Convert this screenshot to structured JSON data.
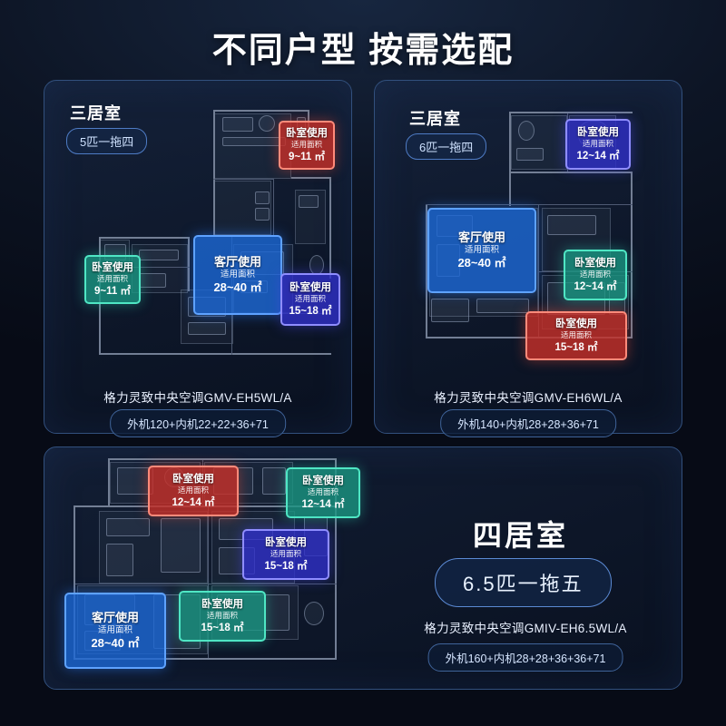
{
  "title": "不同户型 按需选配",
  "panels": [
    {
      "id": "panel-a",
      "heading": "三居室",
      "capacity": "5匹一拖四",
      "model": "格力灵致中央空调GMV-EH5WL/A",
      "spec": "外机120+内机22+22+36+71",
      "rooms": [
        {
          "name": "卧室使用",
          "sub": "适用面积",
          "area": "9~11 ㎡",
          "color": "red"
        },
        {
          "name": "客厅使用",
          "sub": "适用面积",
          "area": "28~40 ㎡",
          "color": "blue"
        },
        {
          "name": "卧室使用",
          "sub": "适用面积",
          "area": "9~11 ㎡",
          "color": "green"
        },
        {
          "name": "卧室使用",
          "sub": "适用面积",
          "area": "15~18 ㎡",
          "color": "purple"
        }
      ]
    },
    {
      "id": "panel-b",
      "heading": "三居室",
      "capacity": "6匹一拖四",
      "model": "格力灵致中央空调GMV-EH6WL/A",
      "spec": "外机140+内机28+28+36+71",
      "rooms": [
        {
          "name": "卧室使用",
          "sub": "适用面积",
          "area": "12~14 ㎡",
          "color": "purple"
        },
        {
          "name": "客厅使用",
          "sub": "适用面积",
          "area": "28~40 ㎡",
          "color": "blue"
        },
        {
          "name": "卧室使用",
          "sub": "适用面积",
          "area": "12~14 ㎡",
          "color": "green"
        },
        {
          "name": "卧室使用",
          "sub": "适用面积",
          "area": "15~18 ㎡",
          "color": "red"
        }
      ]
    },
    {
      "id": "panel-c",
      "heading": "四居室",
      "capacity": "6.5匹一拖五",
      "model": "格力灵致中央空调GMIV-EH6.5WL/A",
      "spec": "外机160+内机28+28+36+36+71",
      "rooms": [
        {
          "name": "卧室使用",
          "sub": "适用面积",
          "area": "12~14 ㎡",
          "color": "red"
        },
        {
          "name": "卧室使用",
          "sub": "适用面积",
          "area": "12~14 ㎡",
          "color": "green"
        },
        {
          "name": "卧室使用",
          "sub": "适用面积",
          "area": "15~18 ㎡",
          "color": "purple"
        },
        {
          "name": "卧室使用",
          "sub": "适用面积",
          "area": "15~18 ㎡",
          "color": "green"
        },
        {
          "name": "客厅使用",
          "sub": "适用面积",
          "area": "28~40 ㎡",
          "color": "blue"
        }
      ]
    }
  ]
}
